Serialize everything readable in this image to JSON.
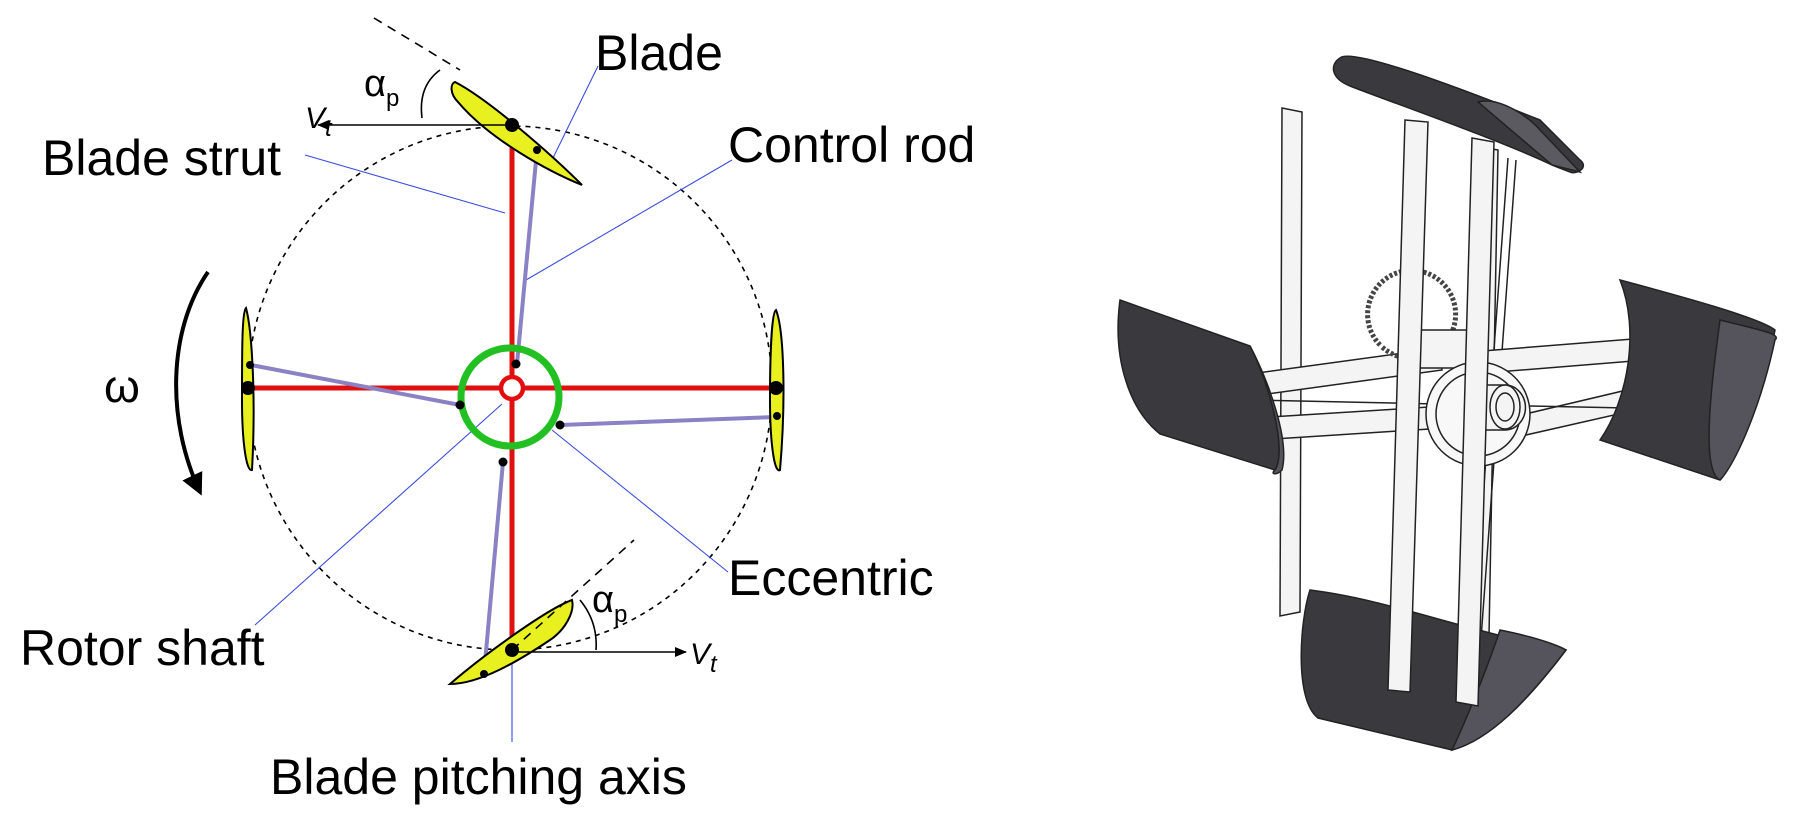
{
  "labels": {
    "blade": "Blade",
    "blade_strut": "Blade strut",
    "control_rod": "Control rod",
    "eccentric": "Eccentric",
    "rotor_shaft": "Rotor shaft",
    "blade_pitching_axis": "Blade pitching axis",
    "omega": "ω",
    "alpha": "α",
    "alpha_sub": "p",
    "vt": "V",
    "vt_sub": "t"
  },
  "colors": {
    "strut": "#e01010",
    "rod": "#8a82c4",
    "eccentric": "#22c022",
    "blade_fill": "#e8f020",
    "leader": "#3a4ce0",
    "render_blade": "#3a3a3e",
    "render_frame": "#f4f4f4"
  }
}
